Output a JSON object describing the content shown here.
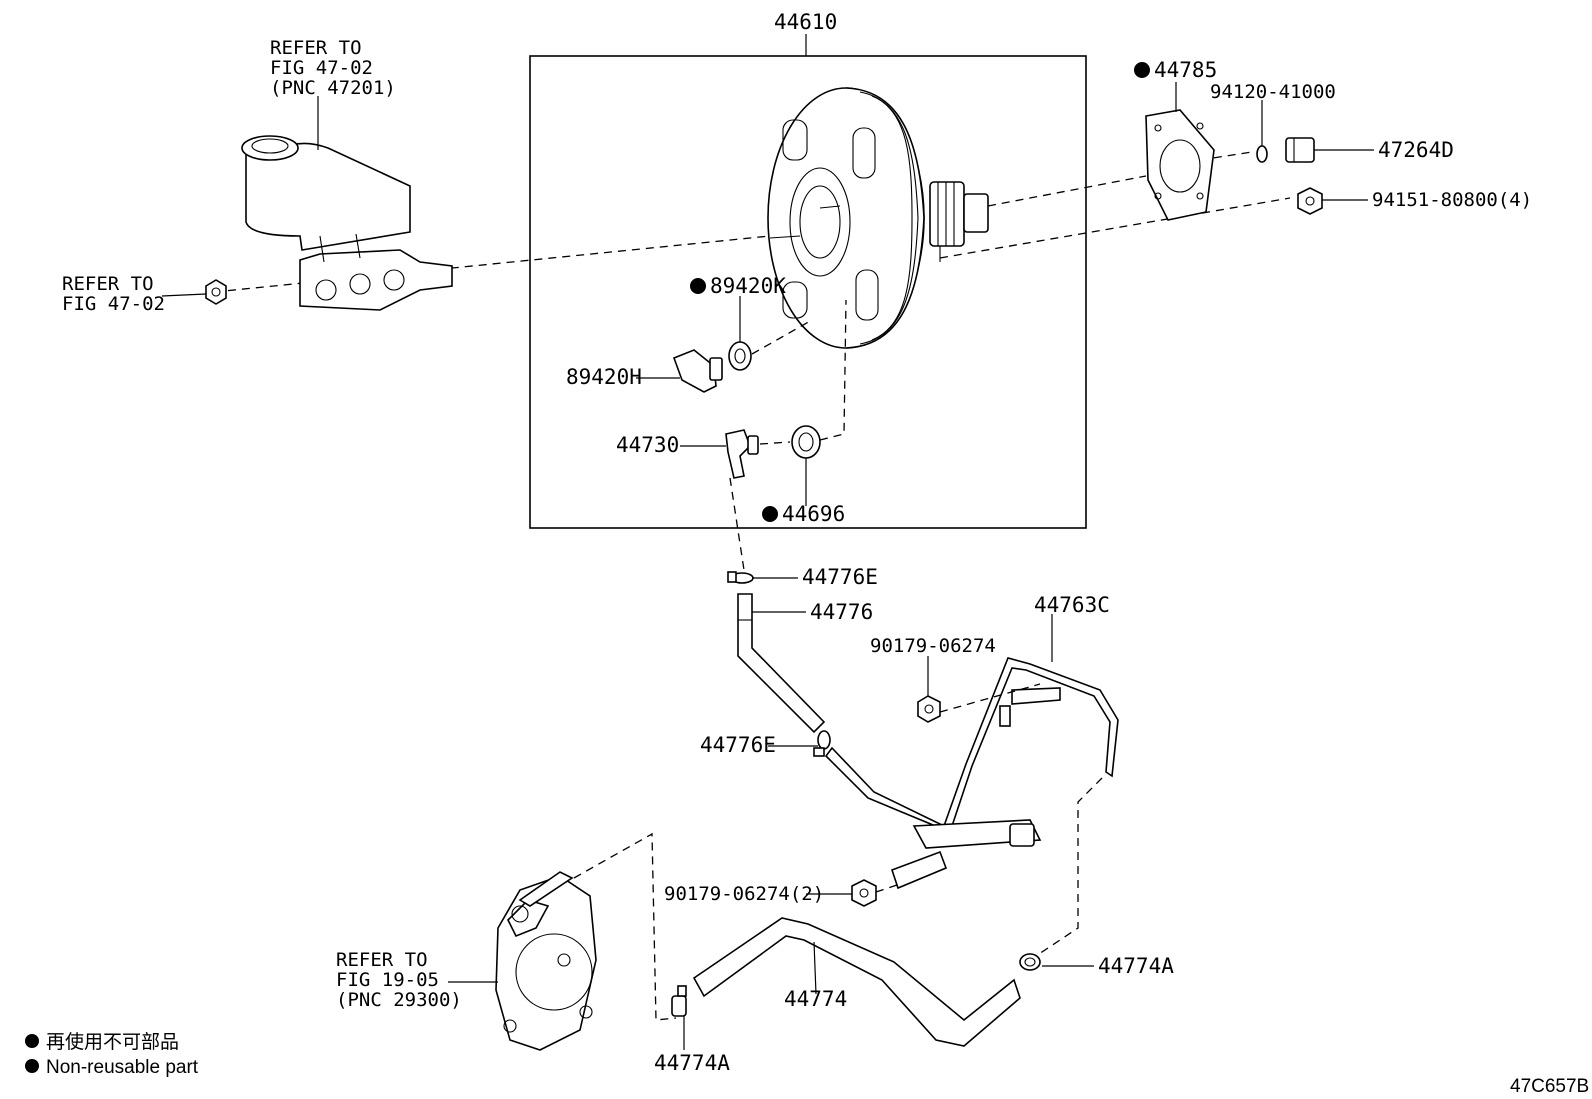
{
  "main_assembly": {
    "label": "44610"
  },
  "parts": {
    "p44785": "44785",
    "p94120": "94120-41000",
    "p47264D": "47264D",
    "p94151": "94151-80800(4)",
    "p89420K": "89420K",
    "p89420H": "89420H",
    "p44730": "44730",
    "p44696": "44696",
    "p44776E_top": "44776E",
    "p44776": "44776",
    "p44763C": "44763C",
    "p90179_a": "90179-06274",
    "p44776E_mid": "44776E",
    "p90179_b": "90179-06274(2)",
    "p44774A_right": "44774A",
    "p44774": "44774",
    "p44774A_bottom": "44774A"
  },
  "references": {
    "master_cylinder": {
      "line1": "REFER TO",
      "line2": "FIG 47-02",
      "line3": "(PNC 47201)"
    },
    "nut": {
      "line1": "REFER TO",
      "line2": "FIG 47-02"
    },
    "vacuum_pump": {
      "line1": "REFER TO",
      "line2": "FIG 19-05",
      "line3": "(PNC 29300)"
    }
  },
  "legend": {
    "japanese": "再使用不可部品",
    "english": "Non-reusable part"
  },
  "figure_code": "47C657B",
  "non_reusable_marker": "●"
}
